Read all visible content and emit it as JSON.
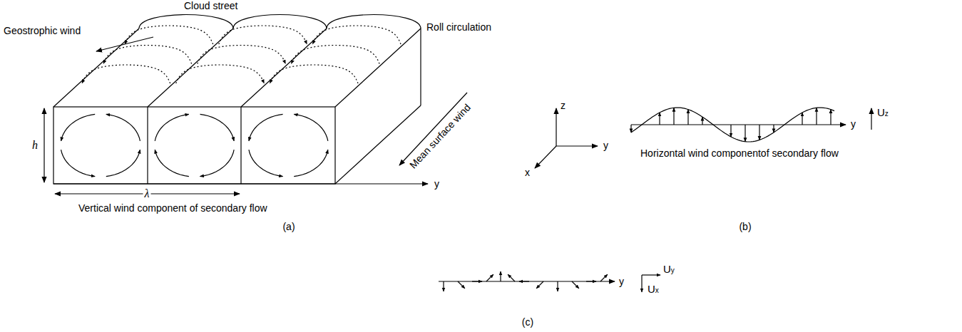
{
  "diagram": {
    "labels": [
      "Geostrophic wind",
      "Cloud street",
      "Roll circulation",
      "h",
      "λ",
      "Mean surface wind",
      "y",
      "Vertical wind component of secondary flow",
      "z",
      "y",
      "x",
      "(a)",
      "Uz",
      "y",
      "Horizontal wind componentof secondary flow",
      "(b)",
      "y",
      "Uy",
      "Ux",
      "(c)"
    ]
  }
}
